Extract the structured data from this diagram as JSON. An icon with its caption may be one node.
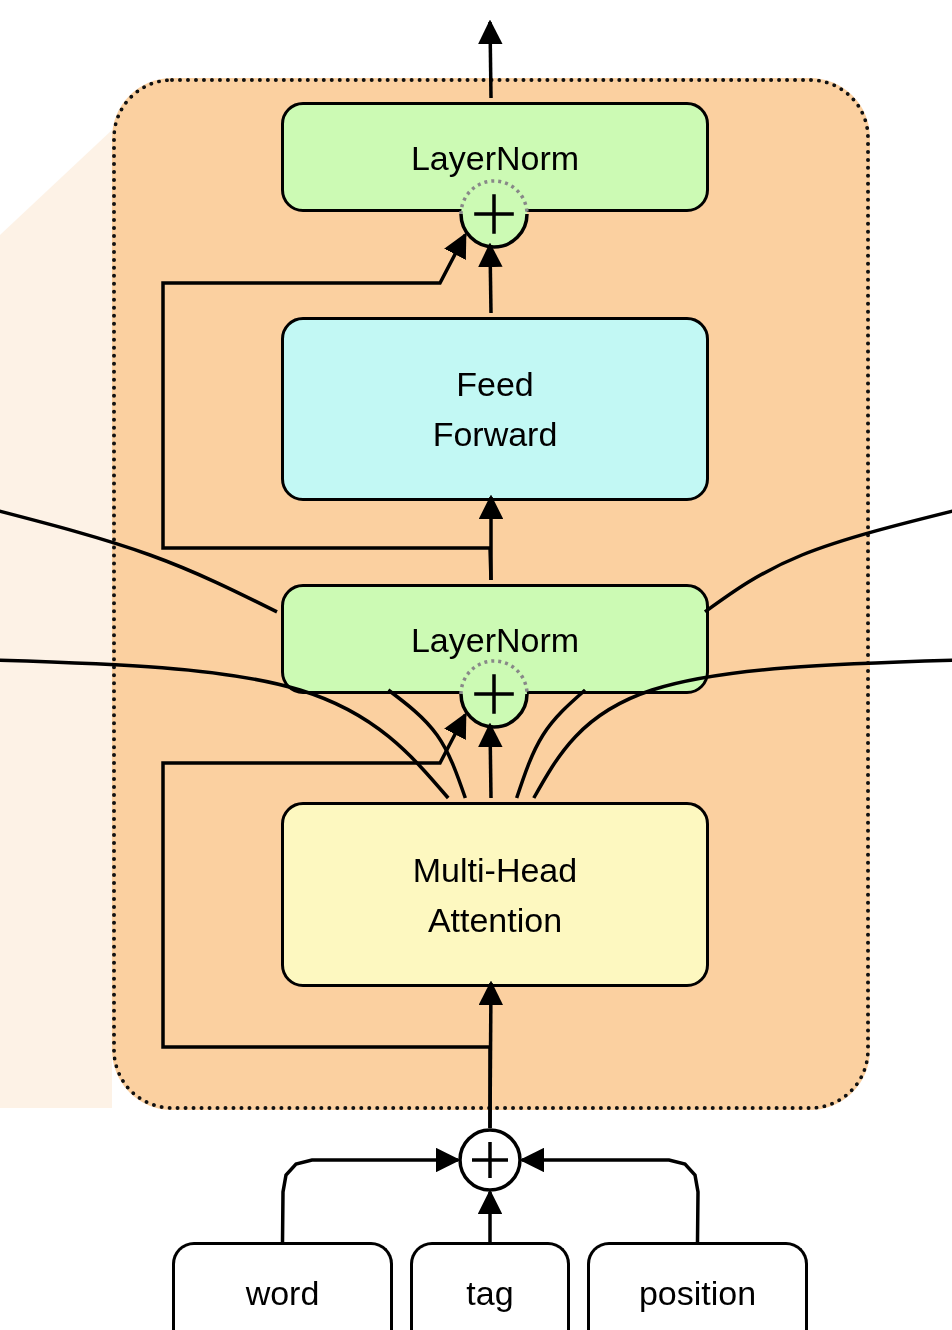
{
  "diagram": {
    "nodes": [
      {
        "text": [],
        "shape": "box"
      },
      {
        "text": [
          "LayerNorm"
        ],
        "in": 0
      },
      {
        "text": [],
        "shape": "circle",
        "in": 0
      },
      {
        "text": [
          "Feed Forward"
        ],
        "in": 0
      },
      {
        "text": [
          "LayerNorm"
        ],
        "in": 0
      },
      {
        "text": [],
        "shape": "circle",
        "in": 0
      },
      {
        "text": [
          "Multi-Head Attention"
        ],
        "in": 0
      },
      {
        "text": [],
        "shape": "circle"
      },
      {
        "text": [
          "word"
        ]
      },
      {
        "text": [
          "tag"
        ]
      },
      {
        "text": [
          "position"
        ]
      }
    ],
    "edges": [
      {
        "from": 1,
        "to": null,
        "arrow": "to"
      },
      {
        "from": 3,
        "to": 2,
        "arrow": "to"
      },
      {
        "from": 4,
        "to": 3,
        "arrow": "to"
      },
      {
        "from": 4,
        "to": 2,
        "arrow": "to"
      },
      {
        "from": 6,
        "to": 5,
        "arrow": "to"
      },
      {
        "from": 7,
        "to": 5,
        "arrow": "to"
      },
      {
        "from": 7,
        "to": 6,
        "arrow": "to"
      },
      {
        "from": 8,
        "to": 7,
        "arrow": "to"
      },
      {
        "from": 9,
        "to": 7,
        "arrow": "to"
      },
      {
        "from": 10,
        "to": 7,
        "arrow": "to"
      },
      {
        "from": null,
        "to": 4,
        "arrow": "none"
      },
      {
        "from": null,
        "to": 4,
        "arrow": "none"
      },
      {
        "from": null,
        "to": 6,
        "arrow": "none"
      },
      {
        "from": null,
        "to": 6,
        "arrow": "none"
      },
      {
        "from": 4,
        "to": 6,
        "arrow": "none"
      },
      {
        "from": 4,
        "to": 6,
        "arrow": "none"
      }
    ]
  }
}
